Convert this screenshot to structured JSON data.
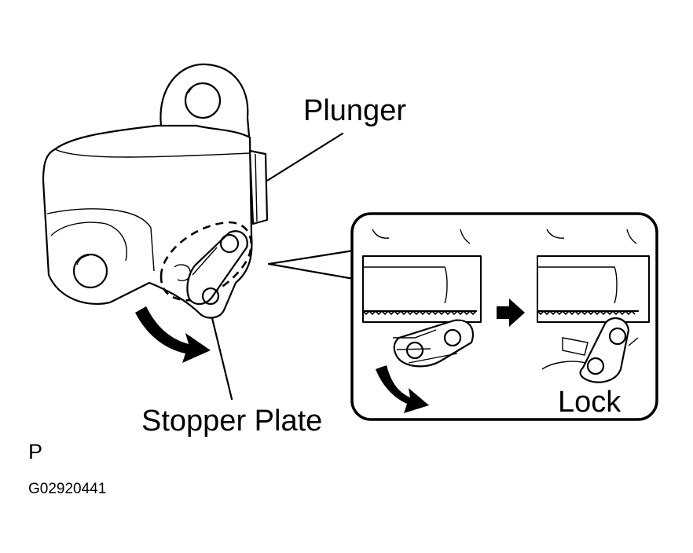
{
  "labels": {
    "plunger": "Plunger",
    "stopper_plate": "Stopper Plate",
    "lock": "Lock",
    "view_code": "P",
    "figure_id": "G02920441"
  }
}
